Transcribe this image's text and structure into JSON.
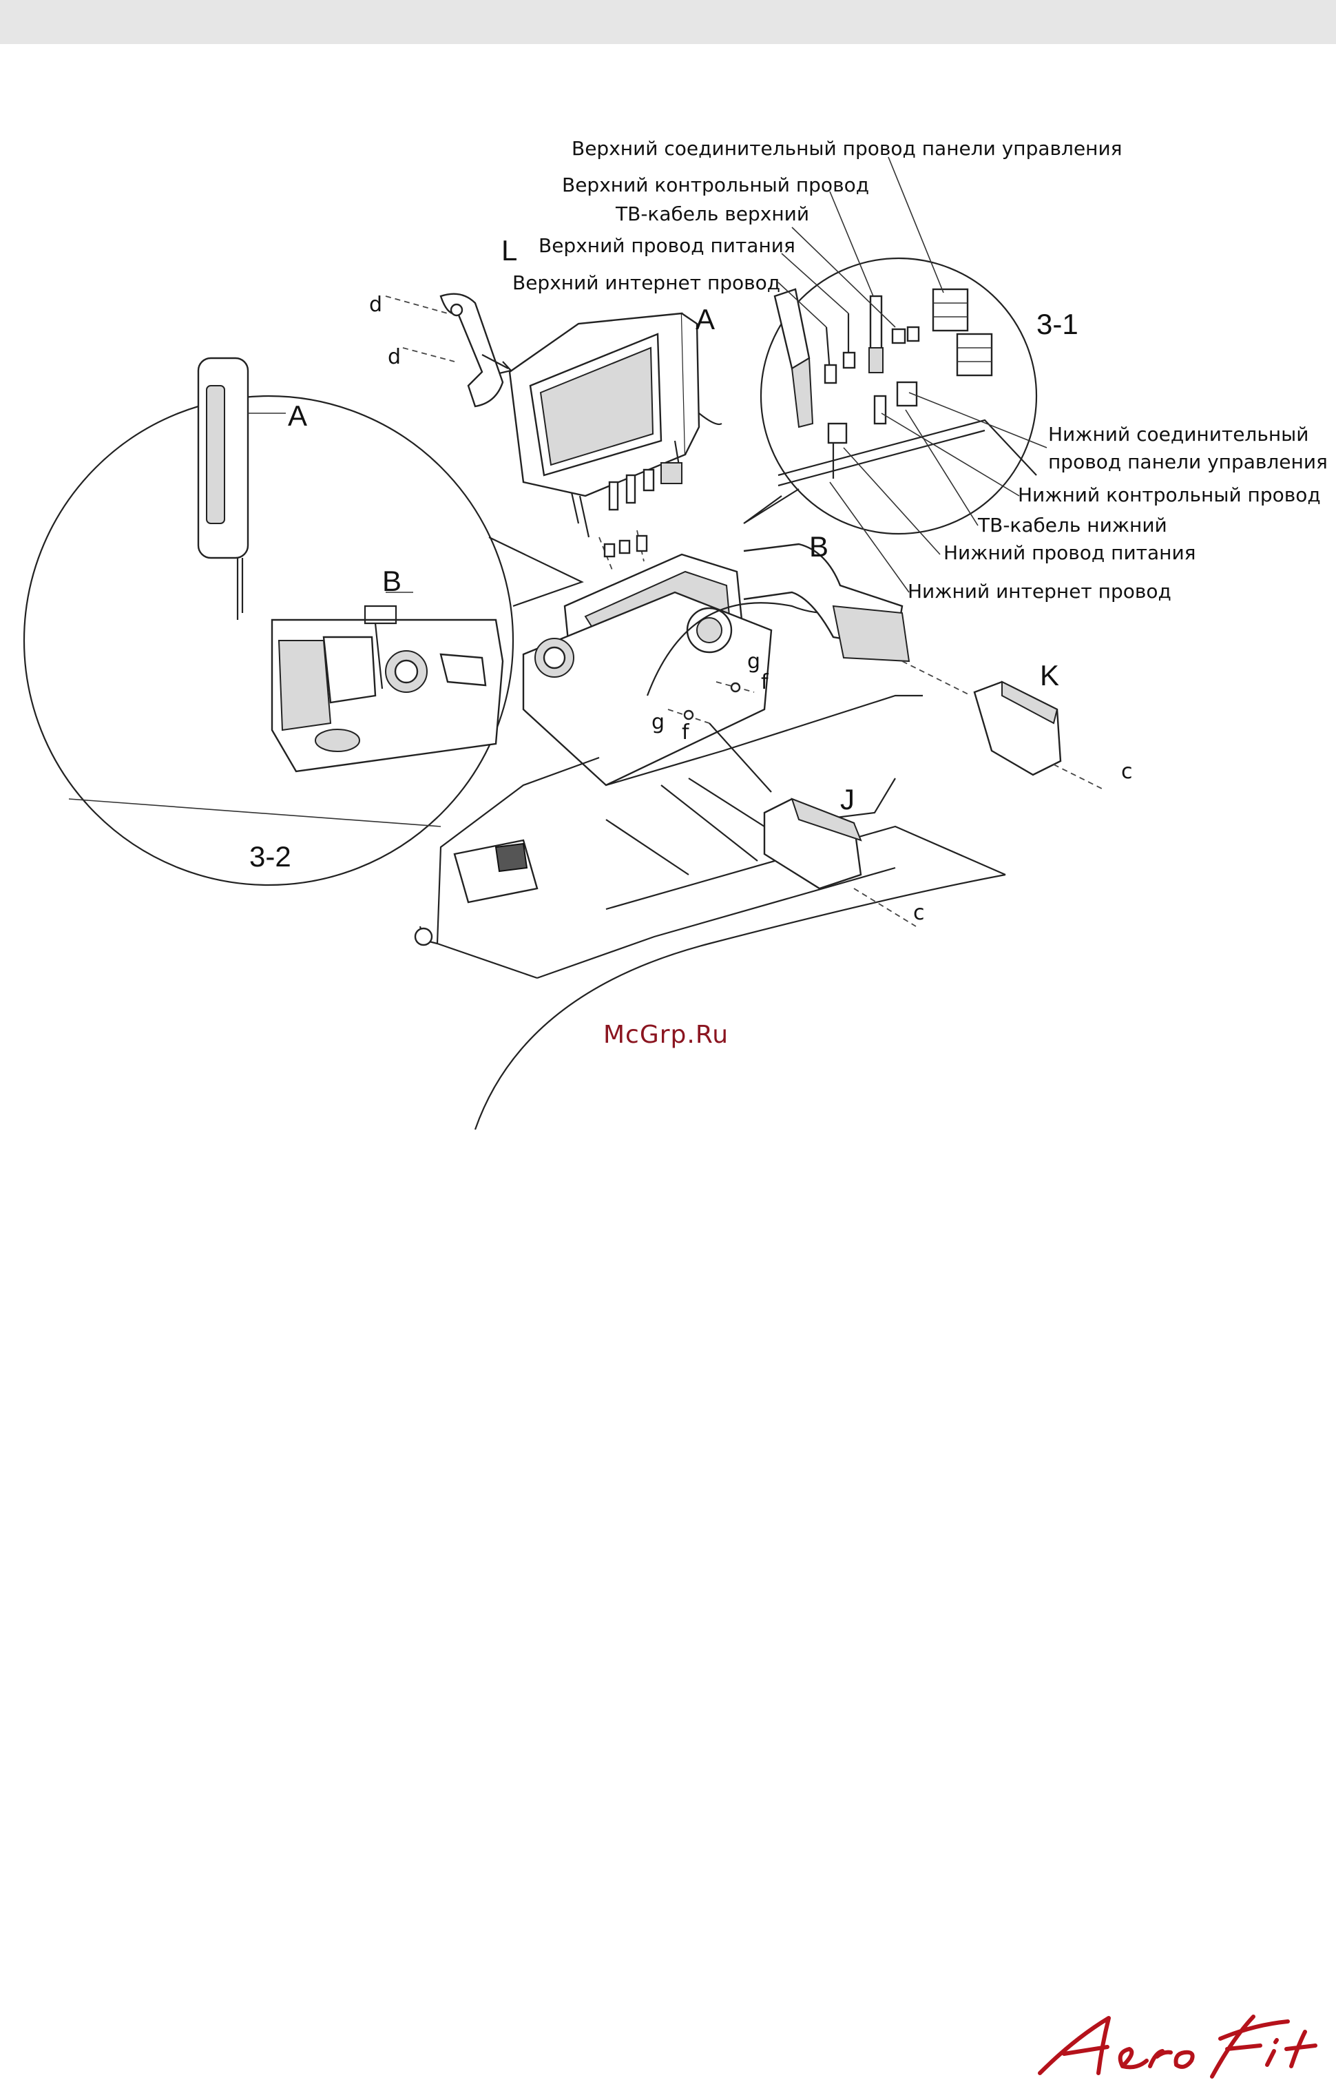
{
  "labels": {
    "upper_console_wire": "Верхний соединительный провод панели управления",
    "upper_control_wire": "Верхний контрольный провод",
    "tv_cable_upper": "ТВ-кабель верхний",
    "upper_power_wire": "Верхний провод питания",
    "upper_internet_wire": "Верхний интернет провод",
    "lower_console_wire_1": "Нижний соединительный",
    "lower_console_wire_2": "провод панели управления",
    "lower_control_wire": "Нижний контрольный провод",
    "tv_cable_lower": "ТВ-кабель нижний",
    "lower_power_wire": "Нижний провод питания",
    "lower_internet_wire": "Нижний интернет провод"
  },
  "parts": {
    "L": "L",
    "A": "A",
    "B": "B",
    "K": "K",
    "J": "J",
    "c": "c",
    "d": "d",
    "f": "f",
    "g": "g"
  },
  "insets": {
    "detail_1": "3-1",
    "detail_2": "3-2"
  },
  "watermark": "McGrp.Ru",
  "brand": {
    "name": "AeroFit",
    "color": "#b5121b"
  },
  "colors": {
    "band": "#e6e6e6",
    "watermark": "#8b1520"
  }
}
